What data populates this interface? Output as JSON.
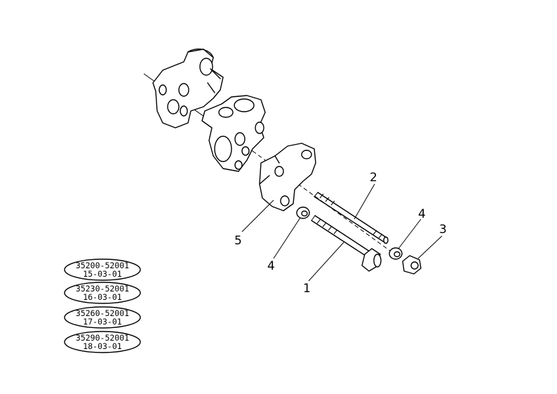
{
  "callouts": {
    "p1": "1",
    "p2": "2",
    "p3": "3",
    "p4a": "4",
    "p4b": "4",
    "p5": "5"
  },
  "serial_labels": [
    {
      "line1": "35200-52001",
      "line2": "15-03-01"
    },
    {
      "line1": "35230-52001",
      "line2": "16-03-01"
    },
    {
      "line1": "35260-52001",
      "line2": "17-03-01"
    },
    {
      "line1": "35290-52001",
      "line2": "18-03-01"
    }
  ]
}
